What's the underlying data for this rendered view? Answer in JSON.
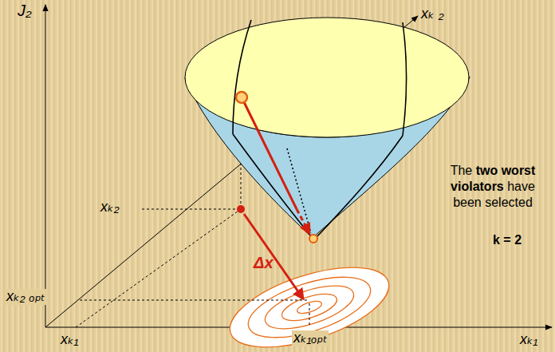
{
  "diagram": {
    "labels": [
      "J₂",
      "xₖ ₂",
      "xₖ₂",
      "Δx",
      "xₖ₂ ₒₚₜ",
      "xₖ₁",
      "xₖ₁ₒₚₜ",
      "xₖ₁",
      "The",
      "two worst violators",
      "have been selected",
      "k = 2"
    ]
  }
}
